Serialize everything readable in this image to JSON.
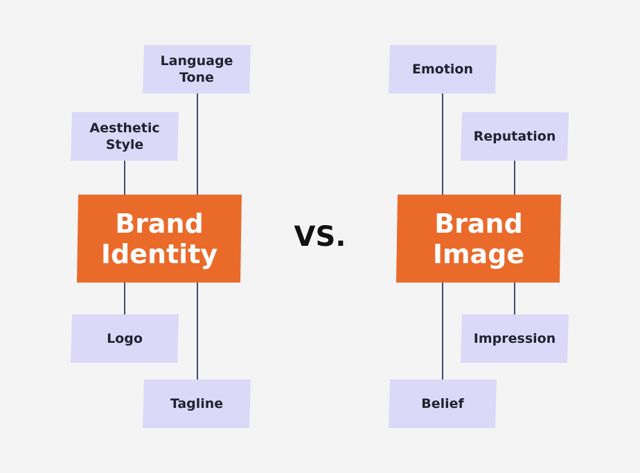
{
  "colors": {
    "background": "#f4f4f4",
    "brand_box": "#ea6a2a",
    "tag_box": "#dcd8f8",
    "connector": "#3e4a6e",
    "text_dark": "#1f2330",
    "text_light": "#ffffff"
  },
  "left": {
    "title": "Brand\nIdentity",
    "tags": {
      "language_tone": "Language\nTone",
      "aesthetic_style": "Aesthetic\nStyle",
      "logo": "Logo",
      "tagline": "Tagline"
    }
  },
  "separator": "VS.",
  "right": {
    "title": "Brand\nImage",
    "tags": {
      "emotion": "Emotion",
      "reputation": "Reputation",
      "impression": "Impression",
      "belief": "Belief"
    }
  }
}
